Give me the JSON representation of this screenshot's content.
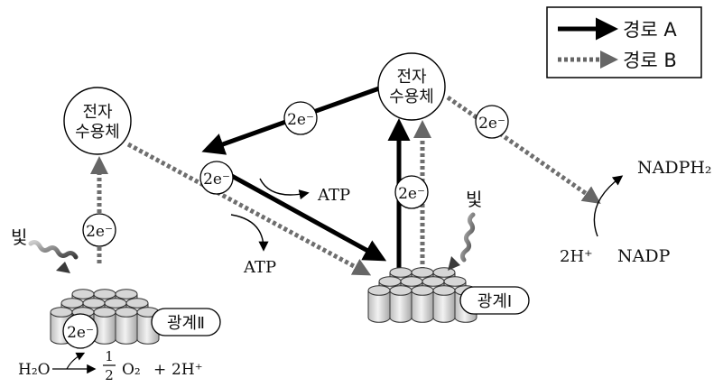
{
  "legend": {
    "route_a": "경로 A",
    "route_b": "경로 B"
  },
  "acceptor_label_line1": "전자",
  "acceptor_label_line2": "수용체",
  "electron_label": "2e⁻",
  "atp_label": "ATP",
  "light_label": "빛",
  "photosystem2_label": "광계Ⅱ",
  "photosystem1_label": "광계Ⅰ",
  "nadph_label": "NADPH₂",
  "h_ion_label": "2H⁺",
  "nadp_label": "NADP",
  "water_equation": {
    "h2o": "H₂O",
    "half": "1/2",
    "o2": "O₂",
    "plus": "+",
    "h": "2H⁺"
  },
  "colors": {
    "route_a": "#000000",
    "route_b": "#707070",
    "cylinder_fill": "#e0e0e0"
  }
}
